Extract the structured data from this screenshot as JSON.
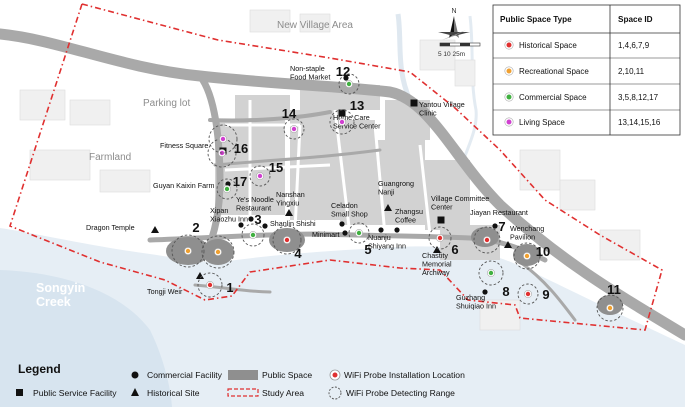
{
  "map": {
    "areas": [
      "New Village Area",
      "Parking lot",
      "Farmland",
      "Songyin",
      "Creek"
    ],
    "compass_label": "N",
    "scale_label": "5 10     25m",
    "colors": {
      "historical": "#e03030",
      "recreational": "#f0a030",
      "commercial": "#40b040",
      "living": "#d040d0"
    },
    "spaces": [
      {
        "id": "1",
        "type": "historical"
      },
      {
        "id": "2",
        "type": "recreational"
      },
      {
        "id": "3",
        "type": "commercial"
      },
      {
        "id": "4",
        "type": "historical"
      },
      {
        "id": "5",
        "type": "commercial"
      },
      {
        "id": "6",
        "type": "historical"
      },
      {
        "id": "7",
        "type": "historical"
      },
      {
        "id": "8",
        "type": "commercial"
      },
      {
        "id": "9",
        "type": "historical"
      },
      {
        "id": "10",
        "type": "recreational"
      },
      {
        "id": "11",
        "type": "recreational"
      },
      {
        "id": "12",
        "type": "commercial"
      },
      {
        "id": "13",
        "type": "living"
      },
      {
        "id": "14",
        "type": "living"
      },
      {
        "id": "15",
        "type": "living"
      },
      {
        "id": "16",
        "type": "living"
      },
      {
        "id": "17",
        "type": "commercial"
      }
    ],
    "places": [
      {
        "name": "Non-staple Food Market",
        "kind": "commercial"
      },
      {
        "name": "Home Care Service Center",
        "kind": "service"
      },
      {
        "name": "Yantou Village Clinic",
        "kind": "service"
      },
      {
        "name": "Fitness Square",
        "kind": "service"
      },
      {
        "name": "Guyan Kaixin Farm",
        "kind": "commercial"
      },
      {
        "name": "Ye's Noodle Restaurant",
        "kind": "commercial"
      },
      {
        "name": "Nanshan Yingxiu",
        "kind": "historical"
      },
      {
        "name": "Xipan Xiaozhu Inn",
        "kind": "commercial"
      },
      {
        "name": "Shanlin Shishi",
        "kind": "commercial"
      },
      {
        "name": "Dragon Temple",
        "kind": "historical"
      },
      {
        "name": "Celadon Small Shop",
        "kind": "commercial"
      },
      {
        "name": "Minimart",
        "kind": "commercial"
      },
      {
        "name": "Guangrong Nanji",
        "kind": "historical"
      },
      {
        "name": "Zhangsu Coffee",
        "kind": "commercial"
      },
      {
        "name": "Nuanju Shiyang Inn",
        "kind": "commercial"
      },
      {
        "name": "Village Committee Center",
        "kind": "service"
      },
      {
        "name": "Chastity Memorial Archway",
        "kind": "historical"
      },
      {
        "name": "Jiayan Restaurant",
        "kind": "commercial"
      },
      {
        "name": "Wenchang Pavilion",
        "kind": "historical"
      },
      {
        "name": "Guzhang Shuiqiao Inn",
        "kind": "commercial"
      },
      {
        "name": "Tongji Weir",
        "kind": "historical"
      }
    ]
  },
  "table": {
    "headers": [
      "Public Space Type",
      "Space ID"
    ],
    "rows": [
      {
        "type": "Historical Space",
        "ids": "1,4,6,7,9",
        "color": "#e03030"
      },
      {
        "type": "Recreational Space",
        "ids": "2,10,11",
        "color": "#f0a030"
      },
      {
        "type": "Commercial Space",
        "ids": "3,5,8,12,17",
        "color": "#40b040"
      },
      {
        "type": "Living Space",
        "ids": "13,14,15,16",
        "color": "#d040d0"
      }
    ]
  },
  "legend": {
    "title": "Legend",
    "items": [
      "Commercial Facility",
      "Public Space",
      "WiFi Probe Installation Location",
      "Public Service Facility",
      "Historical Site",
      "Study Area",
      "WiFi Probe Detecting Range"
    ]
  }
}
